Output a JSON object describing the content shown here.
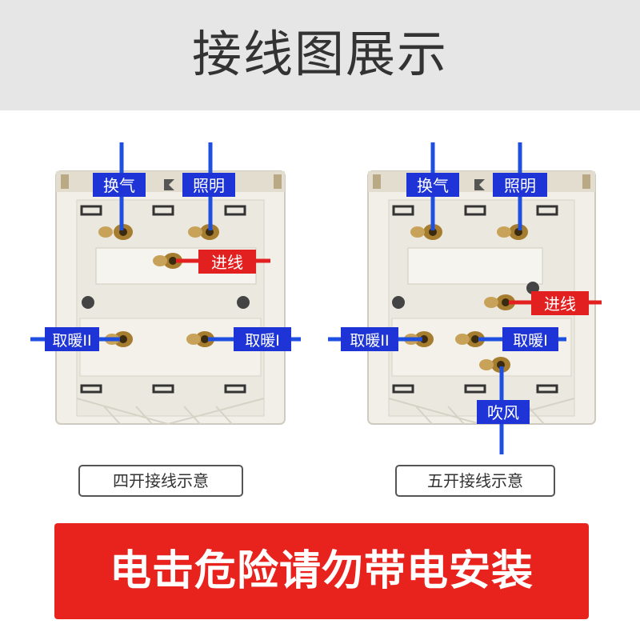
{
  "header": {
    "title": "接线图展示"
  },
  "left_panel": {
    "labels": {
      "ventilation": "换气",
      "lighting": "照明",
      "incoming": "进线",
      "heating_2": "取暖II",
      "heating_1": "取暖I"
    },
    "caption": "四开接线示意"
  },
  "right_panel": {
    "labels": {
      "ventilation": "换气",
      "lighting": "照明",
      "incoming": "进线",
      "heating_2": "取暖II",
      "heating_1": "取暖I",
      "blow": "吹风"
    },
    "caption": "五开接线示意"
  },
  "warning": {
    "text": "电击危险请勿带电安装"
  },
  "colors": {
    "label_blue": "#1e34d6",
    "label_red": "#e32020",
    "wire_blue": "#1e4fe0",
    "wire_red": "#e32020",
    "warning_red": "#e8231e"
  }
}
